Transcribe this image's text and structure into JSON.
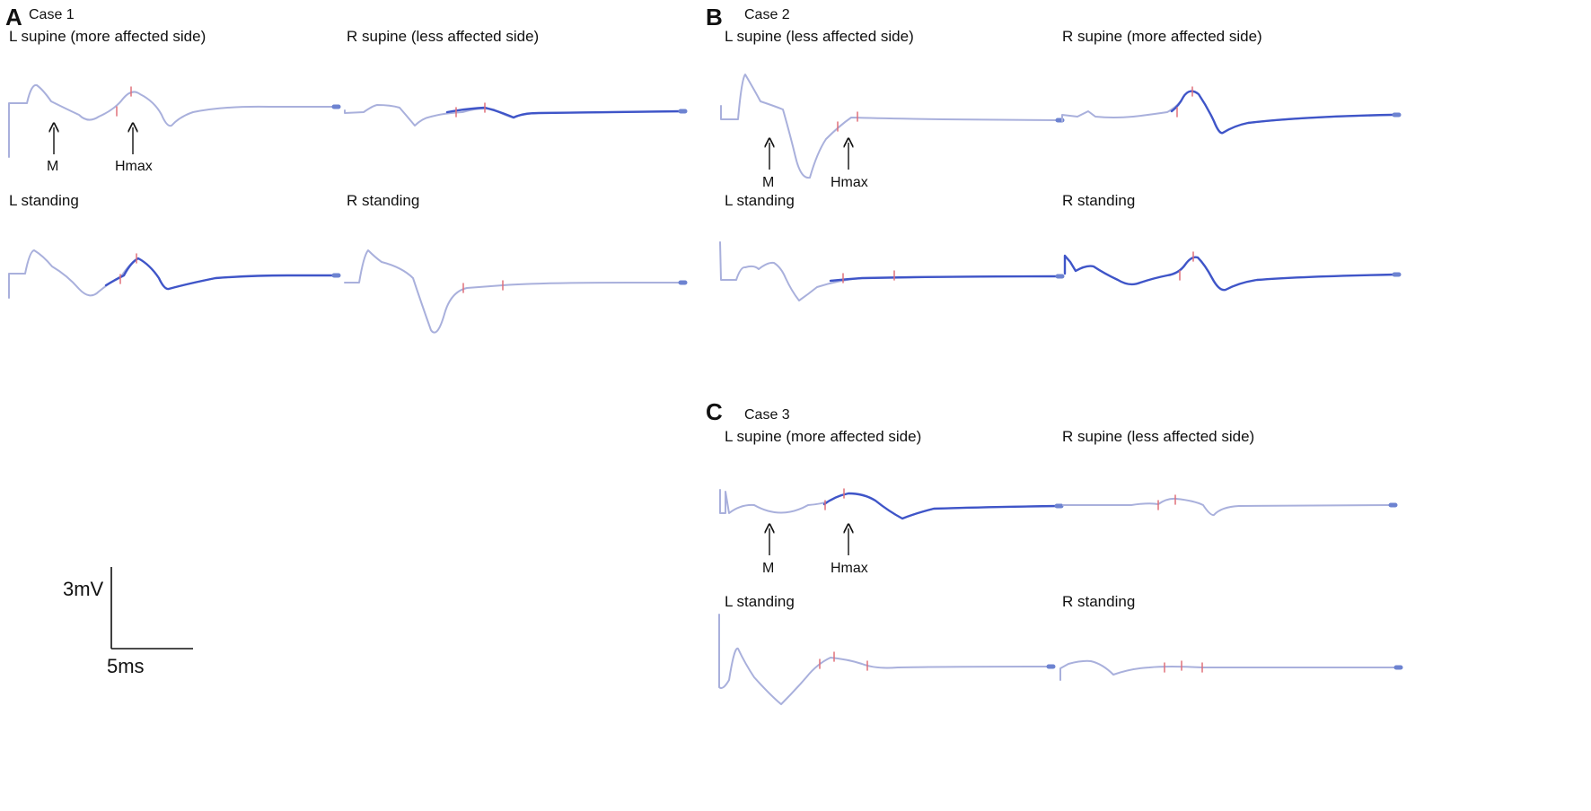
{
  "panels": {
    "A": {
      "letter": "A",
      "case": "Case 1",
      "l_supine": "L supine (more affected side)",
      "r_supine": "R supine (less affected side)",
      "l_standing": "L standing",
      "r_standing": "R standing",
      "m_label": "M",
      "hmax_label": "Hmax"
    },
    "B": {
      "letter": "B",
      "case": "Case 2",
      "l_supine": "L supine (less affected side)",
      "r_supine": "R supine (more affected side)",
      "l_standing": "L standing",
      "r_standing": "R standing",
      "m_label": "M",
      "hmax_label": "Hmax"
    },
    "C": {
      "letter": "C",
      "case": "Case 3",
      "l_supine": "L supine (more affected side)",
      "r_supine": "R supine (less affected side)",
      "l_standing": "L standing",
      "r_standing": "R standing",
      "m_label": "M",
      "hmax_label": "Hmax"
    }
  },
  "scale_bar": {
    "voltage": "3mV",
    "time": "5ms"
  },
  "colors": {
    "trace_light": "#a9b0dc",
    "trace_dark": "#3f55c8",
    "marker": "#e0707a",
    "text": "#111111"
  }
}
